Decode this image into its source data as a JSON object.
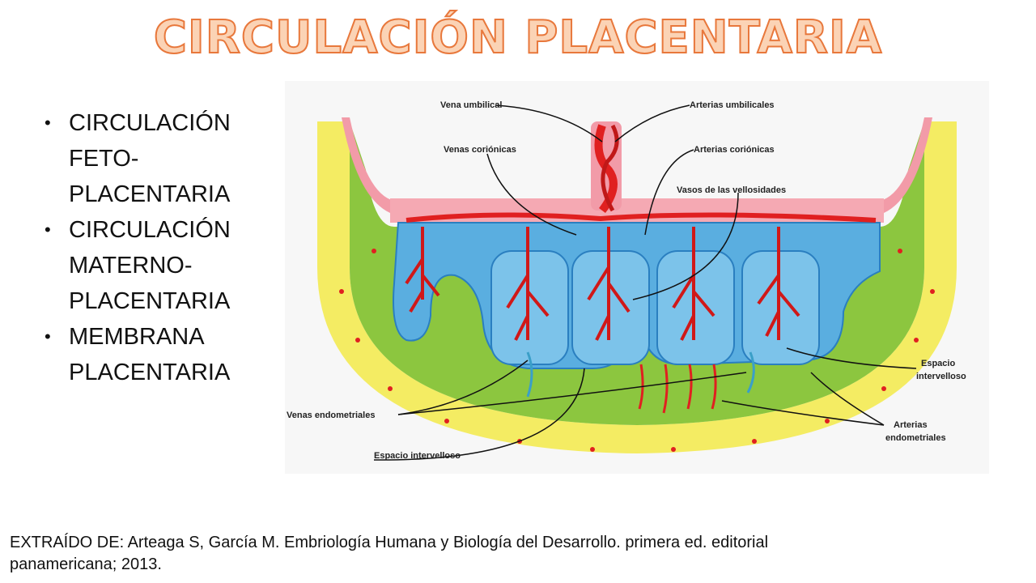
{
  "title": "CIRCULACIÓN PLACENTARIA",
  "bullets": [
    {
      "lines": [
        "CIRCULACIÓN",
        "FETO-",
        "PLACENTARIA"
      ]
    },
    {
      "lines": [
        "CIRCULACIÓN",
        "MATERNO-",
        "PLACENTARIA"
      ]
    },
    {
      "lines": [
        "MEMBRANA",
        "PLACENTARIA"
      ]
    }
  ],
  "diagram": {
    "labels": {
      "vena_umbilical": "Vena umbilical",
      "arterias_umbilicales": "Arterias umbilicales",
      "venas_corionicas": "Venas coriónicas",
      "arterias_corionicas": "Arterias coriónicas",
      "vasos_vellosidades": "Vasos de las vellosidades",
      "espacio_intervelloso_right_1": "Espacio",
      "espacio_intervelloso_right_2": "intervelloso",
      "venas_endometriales": "Venas endometriales",
      "arterias_endometriales_1": "Arterias",
      "arterias_endometriales_2": "endometriales",
      "espacio_intervelloso_bottom": "Espacio intervelloso"
    },
    "colors": {
      "maternal_outer": "#f4ec63",
      "decidua": "#8cc63f",
      "chorionic_plate": "#f29ba8",
      "intervillous_space": "#5aaee0",
      "vessels": "#e02020"
    }
  },
  "citation": {
    "line1": "EXTRAÍDO DE: Arteaga S, García M. Embriología Humana y Biología del Desarrollo. primera ed. editorial",
    "line2": "panamericana; 2013."
  }
}
